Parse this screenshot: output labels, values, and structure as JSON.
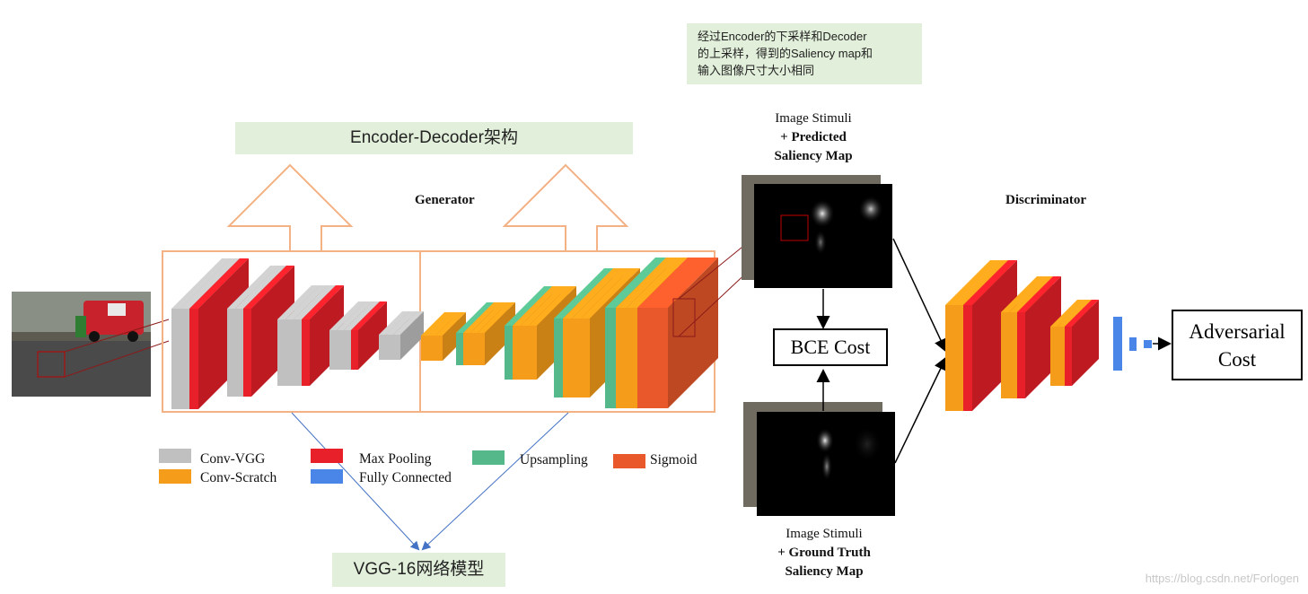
{
  "notes": {
    "top_lines": [
      "经过Encoder的下采样和Decoder",
      "的上采样，得到的Saliency map和",
      "输入图像尺寸大小相同"
    ],
    "architecture": "Encoder-Decoder架构",
    "vgg": "VGG-16网络模型"
  },
  "labels": {
    "generator": "Generator",
    "discriminator": "Discriminator",
    "bce_cost": "BCE Cost",
    "adversarial_cost_line1": "Adversarial",
    "adversarial_cost_line2": "Cost"
  },
  "predicted_caption": [
    "Image Stimuli",
    "+ Predicted",
    "Saliency Map"
  ],
  "ground_truth_caption": [
    "Image Stimuli",
    "+ Ground Truth",
    "Saliency Map"
  ],
  "legend": [
    {
      "label": "Conv-VGG",
      "color": "#c0c0c0"
    },
    {
      "label": "Max Pooling",
      "color": "#e8202a"
    },
    {
      "label": "Upsampling",
      "color": "#55b88a"
    },
    {
      "label": "Sigmoid",
      "color": "#e8582a"
    },
    {
      "label": "Conv-Scratch",
      "color": "#f59c1a"
    },
    {
      "label": "Fully Connected",
      "color": "#4a86e8"
    }
  ],
  "colors": {
    "conv_vgg": "#c0c0c0",
    "max_pool": "#e8202a",
    "upsampling": "#55b88a",
    "sigmoid": "#e8582a",
    "conv_scratch": "#f59c1a",
    "fully_connected": "#4a86e8",
    "outline": "#f4b183",
    "note_bg": "#e2efda"
  },
  "watermark": "https://blog.csdn.net/Forlogen"
}
